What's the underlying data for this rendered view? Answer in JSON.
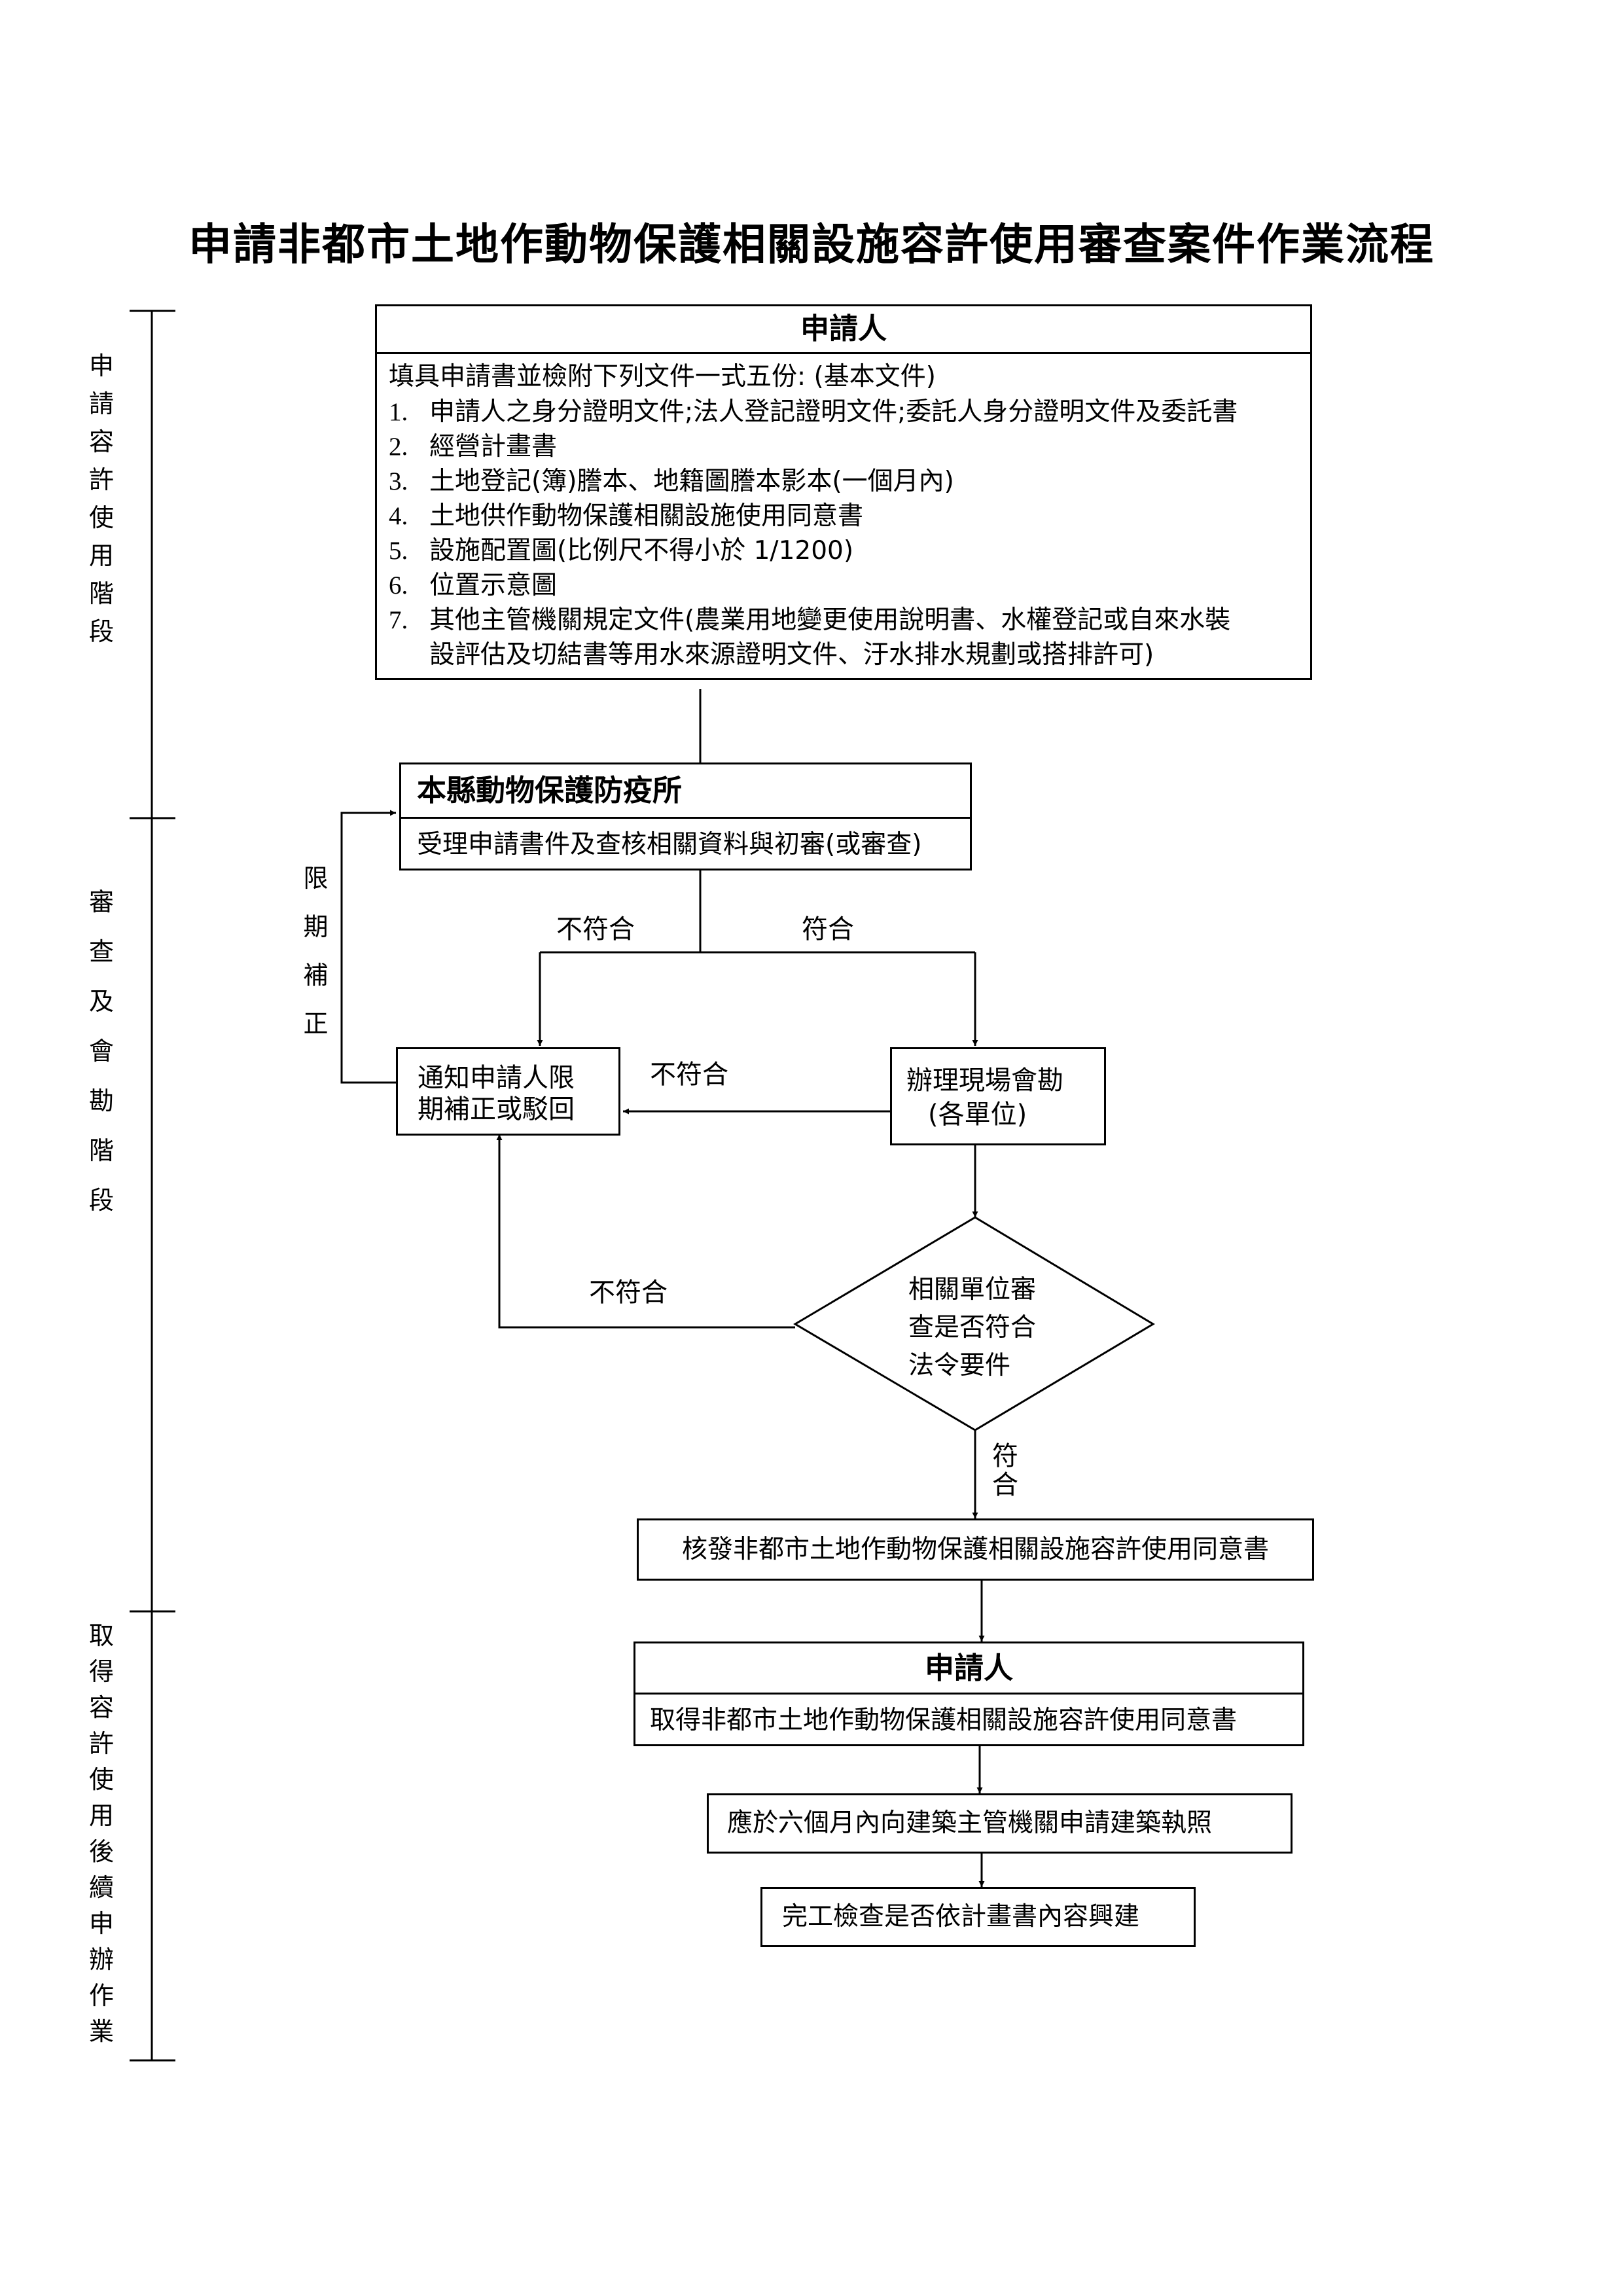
{
  "title": "申請非都市土地作動物保護相關設施容許使用審查案件作業流程",
  "stages": [
    {
      "label": "申請容許使用階段",
      "chars": [
        "申",
        "請",
        "容",
        "許",
        "使",
        "用",
        "階",
        "段"
      ]
    },
    {
      "label": "審查及會勘階段",
      "chars": [
        "審",
        "查",
        "及",
        "會",
        "勘",
        "階",
        "段"
      ]
    },
    {
      "label": "取得容許使用後續申辦作業",
      "chars": [
        "取",
        "得",
        "容",
        "許",
        "使",
        "用",
        "後",
        "續",
        "申",
        "辦",
        "作",
        "業"
      ]
    }
  ],
  "applicant_box": {
    "header": "申請人",
    "intro": "填具申請書並檢附下列文件一式五份: (基本文件)",
    "items": [
      {
        "num": "1.",
        "text": "申請人之身分證明文件;法人登記證明文件;委託人身分證明文件及委託書"
      },
      {
        "num": "2.",
        "text": "經營計畫書"
      },
      {
        "num": "3.",
        "text": "土地登記(簿)謄本、地籍圖謄本影本(一個月內)"
      },
      {
        "num": "4.",
        "text": "土地供作動物保護相關設施使用同意書"
      },
      {
        "num": "5.",
        "text": "設施配置圖(比例尺不得小於 1/1200)"
      },
      {
        "num": "6.",
        "text": "位置示意圖"
      },
      {
        "num": "7.",
        "text": "其他主管機關規定文件(農業用地變更使用說明書、水權登記或自來水裝",
        "cont": "設評估及切結書等用水來源證明文件、汙水排水規劃或搭排許可)"
      }
    ]
  },
  "agency_box": {
    "header": "本縣動物保護防疫所",
    "body": "受理申請書件及查核相關資料與初審(或審查)"
  },
  "limit_label": [
    "限",
    "期",
    "補",
    "正"
  ],
  "labels": {
    "not_comply_1": "不符合",
    "comply_1": "符合",
    "not_comply_2": "不符合",
    "not_comply_3": "不符合",
    "comply_2": [
      "符",
      "合"
    ]
  },
  "notify_box": {
    "line1": "通知申請人限",
    "line2": "期補正或駁回"
  },
  "inspection_box": {
    "line1": "辦理現場會勘",
    "line2": "(各單位)"
  },
  "decision": {
    "line1": "相關單位審",
    "line2": "查是否符合",
    "line3": "法令要件"
  },
  "issue_box": "核發非都市土地作動物保護相關設施容許使用同意書",
  "applicant2_box": {
    "header": "申請人",
    "body": "取得非都市土地作動物保護相關設施容許使用同意書"
  },
  "building_permit_box": "應於六個月內向建築主管機關申請建築執照",
  "completion_box": "完工檢查是否依計畫書內容興建"
}
